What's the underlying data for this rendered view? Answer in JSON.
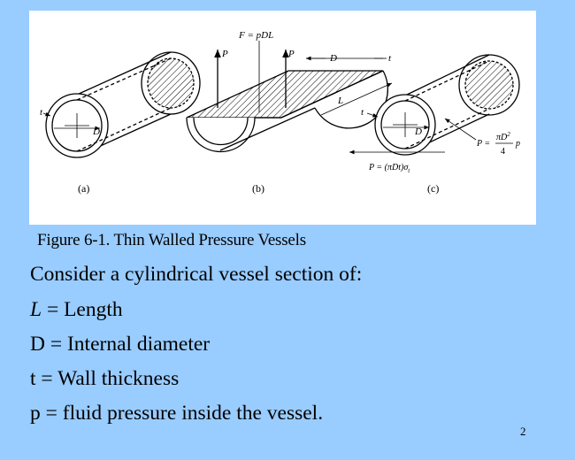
{
  "figure": {
    "panel_labels": {
      "a": "(a)",
      "b": "(b)",
      "c": "(c)"
    },
    "labels": {
      "force": "F = pDL",
      "P": "P",
      "D": "D",
      "t": "t",
      "L": "L",
      "hoop_force": "P = (πDt)σ",
      "hoop_sub": "t",
      "axial_P": "P =",
      "axial_num": "πD",
      "axial_exp": "2",
      "axial_den": "4",
      "axial_p": "p"
    }
  },
  "caption": "Figure 6-1. Thin Walled Pressure Vessels",
  "body": {
    "line1": "Consider a cylindrical vessel section of:",
    "line2_var": "L",
    "line2_rest": " = Length",
    "line3": "D = Internal diameter",
    "line4": "t = Wall thickness",
    "line5": "p = fluid pressure inside the vessel."
  },
  "page_number": "2",
  "colors": {
    "background": "#99ccff",
    "panel": "#ffffff",
    "ink": "#000000"
  }
}
